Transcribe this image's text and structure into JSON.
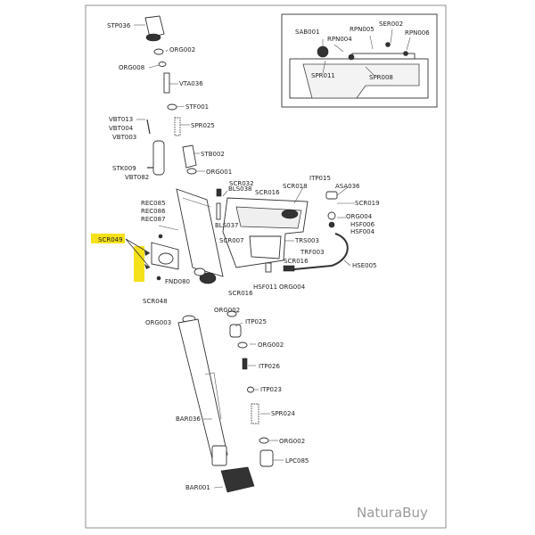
{
  "labels": {
    "STP036": "STP036",
    "ORG002a": "ORG002",
    "ORG008": "ORG008",
    "VTA036": "VTA036",
    "STF001": "STF001",
    "VBT013": "VBT013",
    "VBT004": "VBT004",
    "VBT003": "VBT003",
    "SPR025": "SPR025",
    "STB002": "STB002",
    "STK009": "STK009",
    "VBT082": "VBT082",
    "ORG001": "ORG001",
    "SCR032": "SCR032",
    "BLS038": "BLS038",
    "SCR016a": "SCR016",
    "SCR018": "SCR018",
    "ITP015": "ITP015",
    "ASA036": "ASA036",
    "REC085": "REC085",
    "REC086": "REC086",
    "REC087": "REC087",
    "SCR019": "SCR019",
    "ORG004a": "ORG004",
    "HSF006": "HSF006",
    "HSF004": "HSF004",
    "BLS037": "BLS037",
    "SCR007": "SCR007",
    "TRS003": "TRS003",
    "TRF003": "TRF003",
    "SCR016b": "SCR016",
    "HSE005": "HSE005",
    "SCR049": "SCR049",
    "FND080": "FND080",
    "HSF011": "HSF011",
    "ORG004b": "ORG004",
    "SCR048": "SCR048",
    "SCR016c": "SCR016",
    "ORG002b": "ORG002",
    "ITP025": "ITP025",
    "ORG003": "ORG003",
    "ORG002c": "ORG002",
    "ITP026": "ITP026",
    "ITP023": "ITP023",
    "SPR024": "SPR024",
    "BAR036": "BAR036",
    "ORG002d": "ORG002",
    "LPC085": "LPC085",
    "BAR001": "BAR001",
    "SAB001": "SAB001",
    "RPN004": "RPN004",
    "RPN005": "RPN005",
    "SER002": "SER002",
    "RPN006": "RPN006",
    "SPR011": "SPR011",
    "SPR008": "SPR008"
  },
  "highlight_color": "#f5e11a",
  "watermark": "NaturaBuy"
}
